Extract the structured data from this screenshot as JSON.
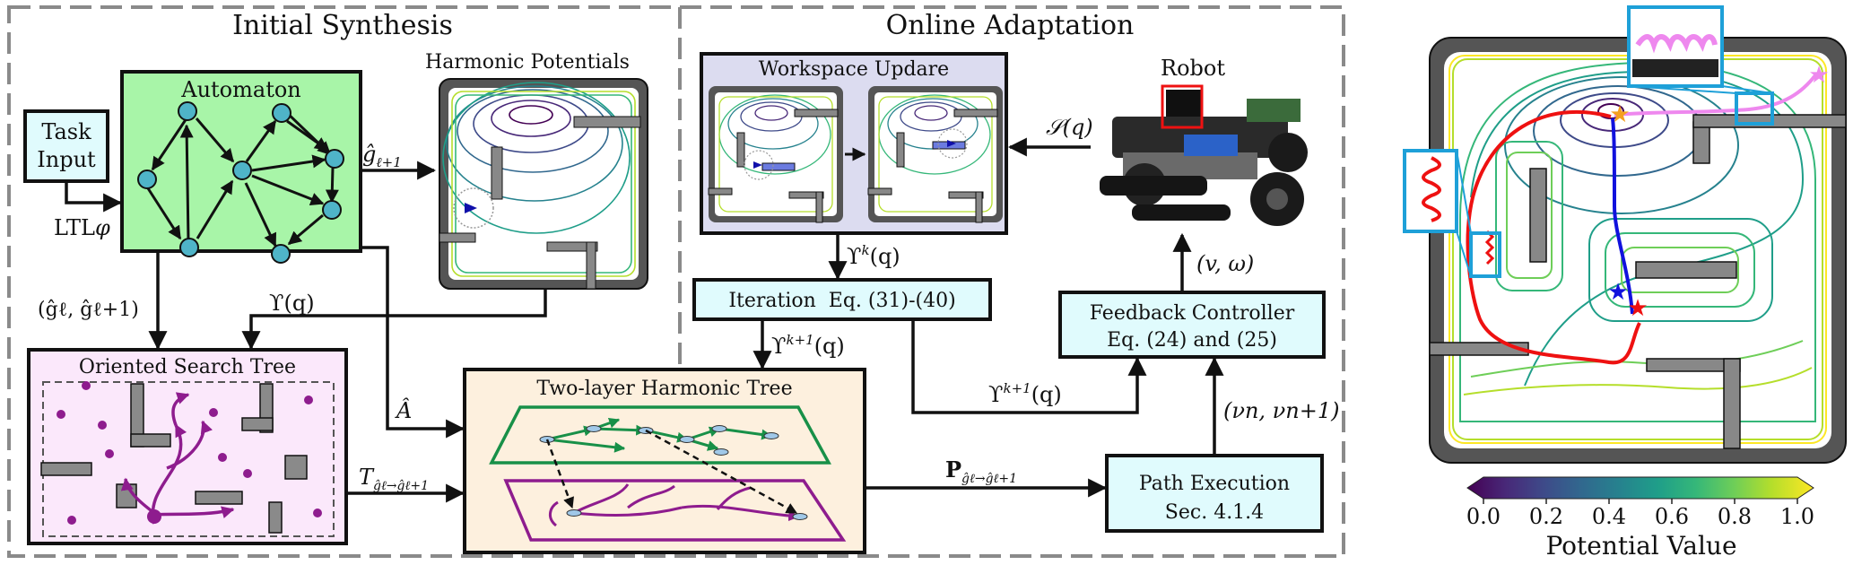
{
  "sections": {
    "initial": "Initial Synthesis",
    "online": "Online Adaptation"
  },
  "blocks": {
    "task_input": [
      "Task",
      "Input"
    ],
    "automaton": "Automaton",
    "harmonic_potentials": "Harmonic Potentials",
    "oriented_search_tree": "Oriented Search Tree",
    "two_layer_tree": "Two-layer Harmonic Tree",
    "workspace_update": "Workspace Updare",
    "robot": "Robot",
    "iteration": "Iteration  Eq. (31)-(40)",
    "feedback_controller": [
      "Feedback Controller",
      "Eq. (24) and (25)"
    ],
    "path_execution": [
      "Path Execution",
      "Sec. 4.1.4"
    ]
  },
  "signals": {
    "ltl": "LTL",
    "ltl_sym": "φ",
    "g_next": "ĝ",
    "g_next_sub": "ℓ+1",
    "g_pair": "(ĝℓ, ĝℓ+1)",
    "upsilon": "ϒ(q)",
    "a_hat": "Â",
    "tree_T": "T",
    "tree_T_sub": "ĝℓ→ĝℓ+1",
    "path_P": "P",
    "path_P_sub": "ĝℓ→ĝℓ+1",
    "s_q": "𝒮(q)",
    "ups_k": "ϒ",
    "ups_k_sup": "k",
    "ups_k_tail": "(q)",
    "ups_k1_sup": "k+1",
    "v_omega": "(v, ω)",
    "nu": "(νn, νn+1)"
  },
  "colorbar": {
    "ticks": [
      "0.0",
      "0.2",
      "0.4",
      "0.6",
      "0.8",
      "1.0"
    ],
    "label": "Potential Value",
    "colors": [
      "#440154",
      "#482878",
      "#3e4a89",
      "#31688e",
      "#26828e",
      "#1f9e89",
      "#35b779",
      "#6ece58",
      "#b5de2b",
      "#fde725"
    ]
  },
  "colors": {
    "green_box": "#a8f5a8",
    "cyan_box": "#e0fbfd",
    "pink_box": "#fbe8fb",
    "peach_box": "#fdf0de",
    "lavender_box": "#dcdcf0",
    "node": "#4fb4c8",
    "tree_purple": "#8e1c8e",
    "tree_green": "#189048",
    "path_red": "#ee1111",
    "path_blue": "#1111dd",
    "path_pink": "#ee88ee"
  }
}
